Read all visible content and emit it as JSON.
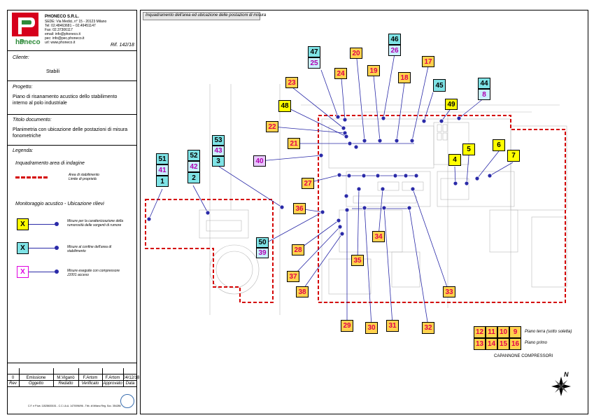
{
  "company": {
    "name": "PHONECO S.R.L.",
    "lines": [
      "SEDE: Via Medici, n° 15 - 20123 Milano",
      "Tel: 02.48463681 – 02.49451147",
      "Fax: 02.37306117",
      "email: info@phoneco.it",
      "pec: info@pec.phoneco.it",
      "url: www.phoneco.it"
    ],
    "logo_text": "honeco",
    "ref": "Rif. 142/18"
  },
  "info": {
    "cliente_label": "Cliente:",
    "cliente_value": "Stabili",
    "progetto_label": "Progetto:",
    "progetto_value": "Piano di risanamento acustico dello stabilimento interno al polo industriale",
    "titolo_label": "Titolo documento:",
    "titolo_value": "Planimetria con ubicazione delle postazioni di misura fonometriche",
    "legenda_label": "Legenda:",
    "inquadramento_label": "Inquadramento area di indagine",
    "area_desc": "Area di stabilimento\nLimite di proprietà",
    "monitoraggio_label": "Monitoraggio acustico - Ubicazione rilievi",
    "legend_x": "X",
    "legend_y_desc": "Misure per la caratterizzazione della rumorosità delle sorgenti di rumore",
    "legend_c_desc": "Misure al confine dell'area di stabilimento",
    "legend_p_desc": "Misure eseguite con compressore J1001 acceso"
  },
  "revision_table": {
    "row": [
      "0",
      "Emissione",
      "M.Viganò",
      "F.Artom",
      "F.Artom",
      "04/12/18"
    ],
    "headers": [
      "Rev",
      "Oggetto",
      "Redatto",
      "Verificato",
      "Approvato",
      "Data"
    ]
  },
  "footer_text": "C.F. e P.iva: 11528630151 - C.C.I.A.A. 1470096/96 - Trib. di Milano Reg. Soc. 354286",
  "map": {
    "header": "Inquadramento dell'area ed ubicazione delle postazioni di misura",
    "compressor_legend": {
      "row1": [
        "12",
        "11",
        "10",
        "9"
      ],
      "row2": [
        "13",
        "14",
        "15",
        "16"
      ],
      "label1": "Piano terra (sotto soletta)",
      "label2": "Piano primo",
      "caption": "CAPANNONE COMPRESSORI"
    },
    "north_label": "N",
    "labels": [
      {
        "id": "47",
        "style": "c"
      },
      {
        "id": "25",
        "style": "p"
      },
      {
        "id": "46",
        "style": "c"
      },
      {
        "id": "26",
        "style": "p"
      },
      {
        "id": "44",
        "style": "c"
      },
      {
        "id": "8",
        "style": "p"
      },
      {
        "id": "53",
        "style": "c"
      },
      {
        "id": "43",
        "style": "p"
      },
      {
        "id": "3",
        "style": "c"
      },
      {
        "id": "52",
        "style": "c"
      },
      {
        "id": "42",
        "style": "p"
      },
      {
        "id": "2",
        "style": "c"
      },
      {
        "id": "51",
        "style": "c"
      },
      {
        "id": "41",
        "style": "p"
      },
      {
        "id": "1",
        "style": "c"
      },
      {
        "id": "50",
        "style": "c"
      },
      {
        "id": "39",
        "style": "p"
      },
      {
        "id": "45",
        "style": "c"
      },
      {
        "id": "49",
        "style": "y"
      },
      {
        "id": "48",
        "style": "y"
      },
      {
        "id": "4",
        "style": "y"
      },
      {
        "id": "5",
        "style": "y"
      },
      {
        "id": "6",
        "style": "y"
      },
      {
        "id": "7",
        "style": "y"
      },
      {
        "id": "40",
        "style": "p2"
      },
      {
        "id": "20",
        "style": "o"
      },
      {
        "id": "24",
        "style": "o"
      },
      {
        "id": "19",
        "style": "o"
      },
      {
        "id": "18",
        "style": "o"
      },
      {
        "id": "17",
        "style": "o"
      },
      {
        "id": "23",
        "style": "o"
      },
      {
        "id": "22",
        "style": "o"
      },
      {
        "id": "21",
        "style": "o"
      },
      {
        "id": "27",
        "style": "o"
      },
      {
        "id": "36",
        "style": "o"
      },
      {
        "id": "28",
        "style": "o"
      },
      {
        "id": "37",
        "style": "o"
      },
      {
        "id": "38",
        "style": "o"
      },
      {
        "id": "35",
        "style": "o"
      },
      {
        "id": "34",
        "style": "o"
      },
      {
        "id": "33",
        "style": "o"
      },
      {
        "id": "29",
        "style": "o"
      },
      {
        "id": "30",
        "style": "o"
      },
      {
        "id": "31",
        "style": "o"
      },
      {
        "id": "32",
        "style": "o"
      }
    ]
  }
}
